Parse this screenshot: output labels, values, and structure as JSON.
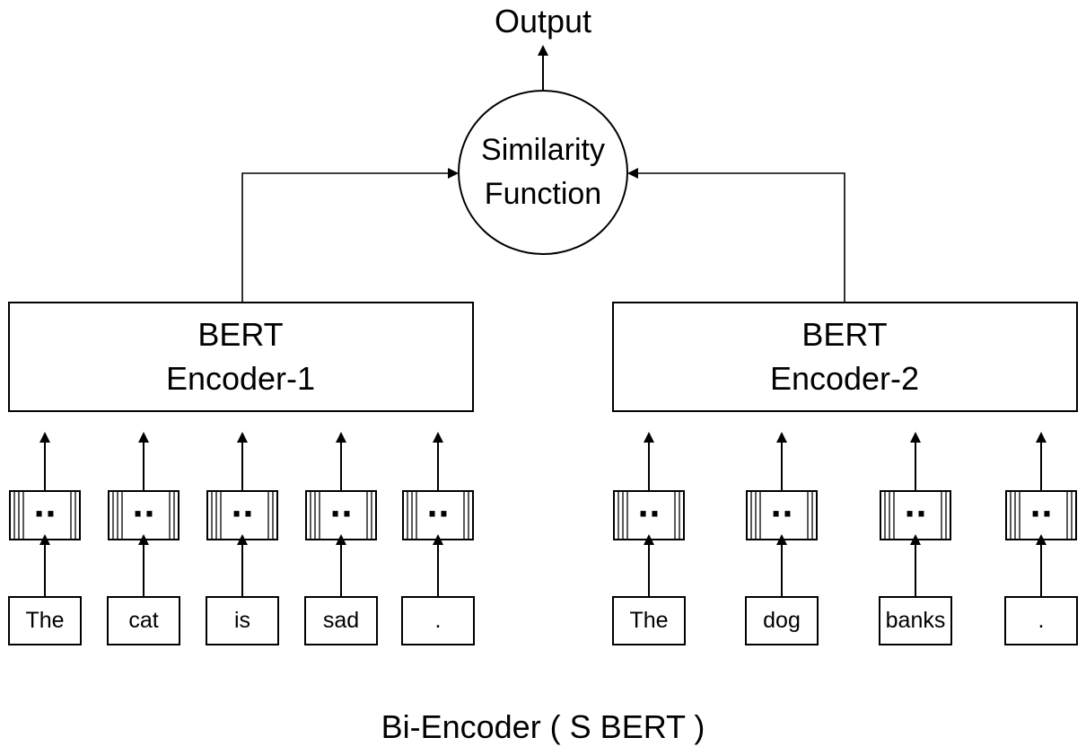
{
  "diagram": {
    "output_label": "Output",
    "similarity_function": {
      "line1": "Similarity",
      "line2": "Function"
    },
    "encoders": [
      {
        "line1": "BERT",
        "line2": "Encoder-1",
        "tokens": [
          "The",
          "cat",
          "is",
          "sad",
          "."
        ]
      },
      {
        "line1": "BERT",
        "line2": "Encoder-2",
        "tokens": [
          "The",
          "dog",
          "banks",
          "."
        ]
      }
    ],
    "embedding_symbol": "··",
    "caption": "Bi-Encoder ( S BERT )"
  }
}
